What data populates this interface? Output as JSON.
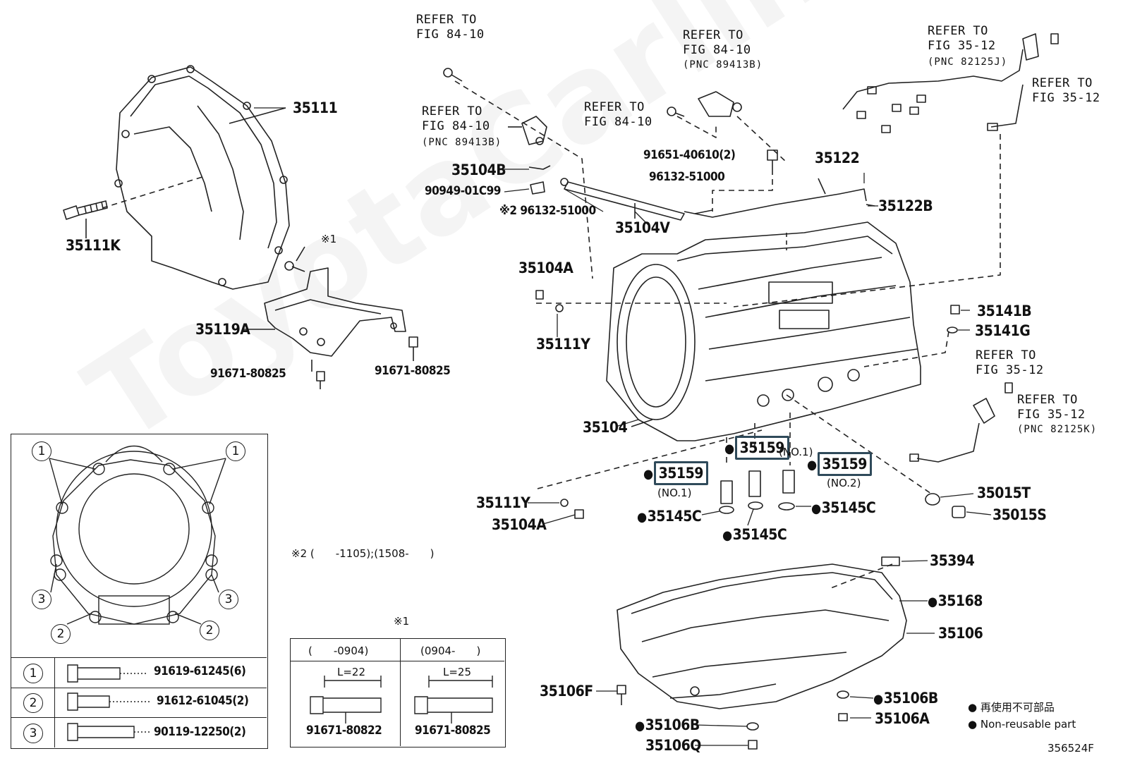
{
  "watermark": "ToyotaCarline.ru",
  "refs": {
    "r1": "REFER TO\nFIG 84-10",
    "r2": "REFER TO\nFIG 84-10",
    "r2_pnc": "(PNC 89413B)",
    "r3": "REFER TO\nFIG 84-10",
    "r3_pnc": "(PNC 89413B)",
    "r4": "REFER TO\nFIG 84-10",
    "r5": "REFER TO\nFIG 35-12",
    "r5_pnc": "(PNC 82125J)",
    "r6": "REFER TO\nFIG 35-12",
    "r7": "REFER TO\nFIG 35-12",
    "r8": "REFER TO\nFIG 35-12",
    "r8_pnc": "(PNC 82125K)"
  },
  "parts": {
    "p35111": "35111",
    "p35111K": "35111K",
    "p35119A": "35119A",
    "p91671a": "91671-80825",
    "p91671b": "91671-80825",
    "note1": "※1",
    "p35104B": "35104B",
    "p90949": "90949-01C99",
    "p96132a": "※2 96132-51000",
    "p35104V": "35104V",
    "p91651": "91651-40610(2)",
    "p96132b": "96132-51000",
    "p35122": "35122",
    "p35122B": "35122B",
    "p35104A_top": "35104A",
    "p35111Y_top": "35111Y",
    "p35141B": "35141B",
    "p35141G": "35141G",
    "p35104": "35104",
    "p35159a": "35159",
    "p35159a_sub": "(NO.1)",
    "p35159b": "35159",
    "p35159b_sub": "(NO.1)",
    "p35159c": "35159",
    "p35159c_sub": "(NO.2)",
    "p35111Y_bot": "35111Y",
    "p35104A_bot": "35104A",
    "p35145Ca": "35145C",
    "p35145Cb": "35145C",
    "p35145Cc": "35145C",
    "p35015T": "35015T",
    "p35015S": "35015S",
    "note2": "※2 (　　-1105);(1508-　　)",
    "p35394": "35394",
    "p35168": "35168",
    "p35106": "35106",
    "p35106F": "35106F",
    "p35106B_r": "35106B",
    "p35106A": "35106A",
    "p35106B_l": "35106B",
    "p35106Q": "35106Q"
  },
  "bolt_table": {
    "rows": [
      {
        "num": "1",
        "part": "91619-61245(6)"
      },
      {
        "num": "2",
        "part": "91612-61045(2)"
      },
      {
        "num": "3",
        "part": "90119-12250(2)"
      }
    ]
  },
  "bolt_length_table": {
    "title": "※1",
    "cols": [
      {
        "range": "(　　-0904)",
        "length": "L=22",
        "part": "91671-80822"
      },
      {
        "range": "(0904-　　)",
        "length": "L=25",
        "part": "91671-80825"
      }
    ]
  },
  "legend": {
    "jp": "再使用不可部品",
    "en": "Non-reusable part"
  },
  "figure_id": "356524F"
}
